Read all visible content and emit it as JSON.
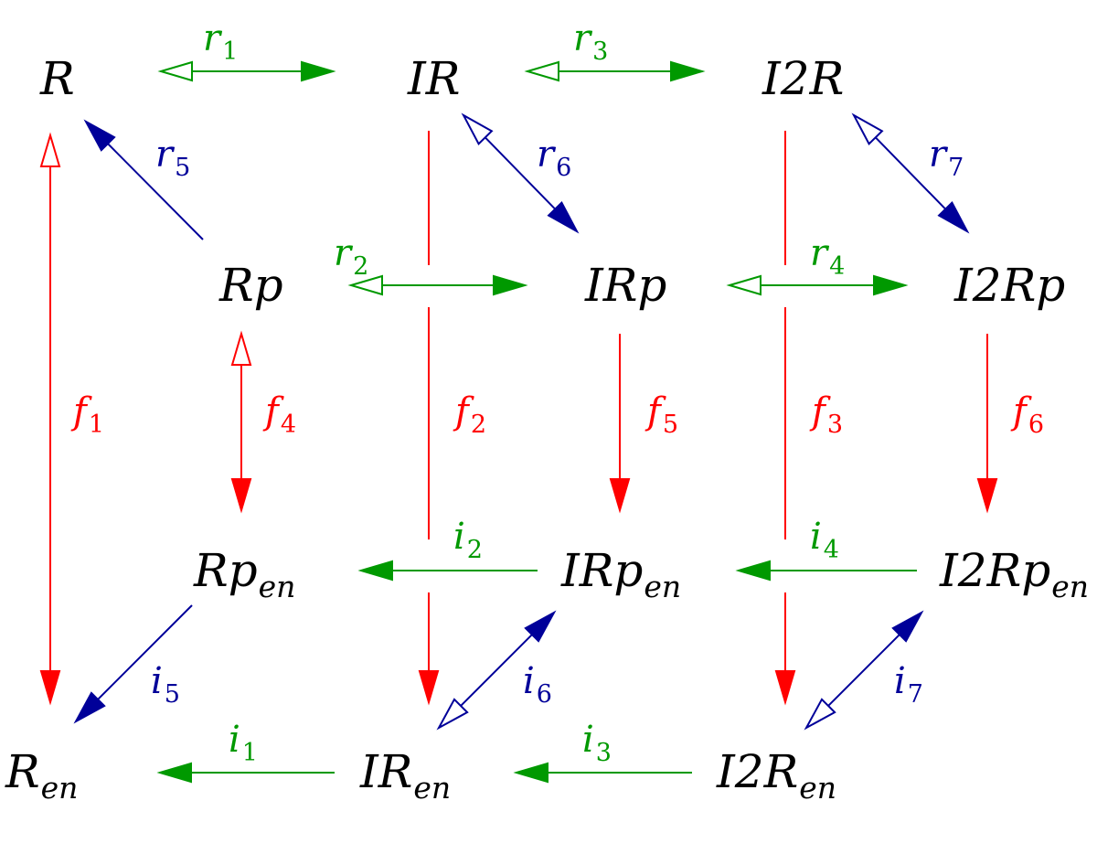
{
  "colors": {
    "green": "#009900",
    "red": "#ff0000",
    "blue": "#000099",
    "text": "#000000"
  },
  "nodes": [
    {
      "id": "R",
      "base": "R",
      "sub": ""
    },
    {
      "id": "IR",
      "base": "IR",
      "sub": ""
    },
    {
      "id": "I2R",
      "base": "I2R",
      "sub": ""
    },
    {
      "id": "Rp",
      "base": "Rp",
      "sub": ""
    },
    {
      "id": "IRp",
      "base": "IRp",
      "sub": ""
    },
    {
      "id": "I2Rp",
      "base": "I2Rp",
      "sub": ""
    },
    {
      "id": "Rp_en",
      "base": "Rp",
      "sub": "en"
    },
    {
      "id": "IRp_en",
      "base": "IRp",
      "sub": "en"
    },
    {
      "id": "I2Rp_en",
      "base": "I2Rp",
      "sub": "en"
    },
    {
      "id": "R_en",
      "base": "R",
      "sub": "en"
    },
    {
      "id": "IR_en",
      "base": "IR",
      "sub": "en"
    },
    {
      "id": "I2R_en",
      "base": "I2R",
      "sub": "en"
    }
  ],
  "edges": [
    {
      "id": "r1",
      "base": "r",
      "sub": "1",
      "color": "green",
      "from": "R",
      "to": "IR",
      "reversible": true
    },
    {
      "id": "r3",
      "base": "r",
      "sub": "3",
      "color": "green",
      "from": "IR",
      "to": "I2R",
      "reversible": true
    },
    {
      "id": "r2",
      "base": "r",
      "sub": "2",
      "color": "green",
      "from": "Rp",
      "to": "IRp",
      "reversible": true
    },
    {
      "id": "r4",
      "base": "r",
      "sub": "4",
      "color": "green",
      "from": "IRp",
      "to": "I2Rp",
      "reversible": true
    },
    {
      "id": "r5",
      "base": "r",
      "sub": "5",
      "color": "blue",
      "from": "Rp",
      "to": "R",
      "reversible": false
    },
    {
      "id": "r6",
      "base": "r",
      "sub": "6",
      "color": "blue",
      "from": "IR",
      "to": "IRp",
      "reversible": true
    },
    {
      "id": "r7",
      "base": "r",
      "sub": "7",
      "color": "blue",
      "from": "I2R",
      "to": "I2Rp",
      "reversible": true
    },
    {
      "id": "f1",
      "base": "f",
      "sub": "1",
      "color": "red",
      "from": "R",
      "to": "R_en",
      "reversible": true
    },
    {
      "id": "f4",
      "base": "f",
      "sub": "4",
      "color": "red",
      "from": "Rp",
      "to": "Rp_en",
      "reversible": true
    },
    {
      "id": "f2",
      "base": "f",
      "sub": "2",
      "color": "red",
      "from": "IR",
      "to": "IR_en",
      "reversible": false
    },
    {
      "id": "f5",
      "base": "f",
      "sub": "5",
      "color": "red",
      "from": "IRp",
      "to": "IRp_en",
      "reversible": false
    },
    {
      "id": "f3",
      "base": "f",
      "sub": "3",
      "color": "red",
      "from": "I2R",
      "to": "I2R_en",
      "reversible": false
    },
    {
      "id": "f6",
      "base": "f",
      "sub": "6",
      "color": "red",
      "from": "I2Rp",
      "to": "I2Rp_en",
      "reversible": false
    },
    {
      "id": "i2",
      "base": "i",
      "sub": "2",
      "color": "green",
      "from": "IRp_en",
      "to": "Rp_en",
      "reversible": false
    },
    {
      "id": "i4",
      "base": "i",
      "sub": "4",
      "color": "green",
      "from": "I2Rp_en",
      "to": "IRp_en",
      "reversible": false
    },
    {
      "id": "i1",
      "base": "i",
      "sub": "1",
      "color": "green",
      "from": "IR_en",
      "to": "R_en",
      "reversible": false
    },
    {
      "id": "i3",
      "base": "i",
      "sub": "3",
      "color": "green",
      "from": "I2R_en",
      "to": "IR_en",
      "reversible": false
    },
    {
      "id": "i5",
      "base": "i",
      "sub": "5",
      "color": "blue",
      "from": "Rp_en",
      "to": "R_en",
      "reversible": false
    },
    {
      "id": "i6",
      "base": "i",
      "sub": "6",
      "color": "blue",
      "from": "IR_en",
      "to": "IRp_en",
      "reversible": true
    },
    {
      "id": "i7",
      "base": "i",
      "sub": "7",
      "color": "blue",
      "from": "I2R_en",
      "to": "I2Rp_en",
      "reversible": true
    }
  ]
}
